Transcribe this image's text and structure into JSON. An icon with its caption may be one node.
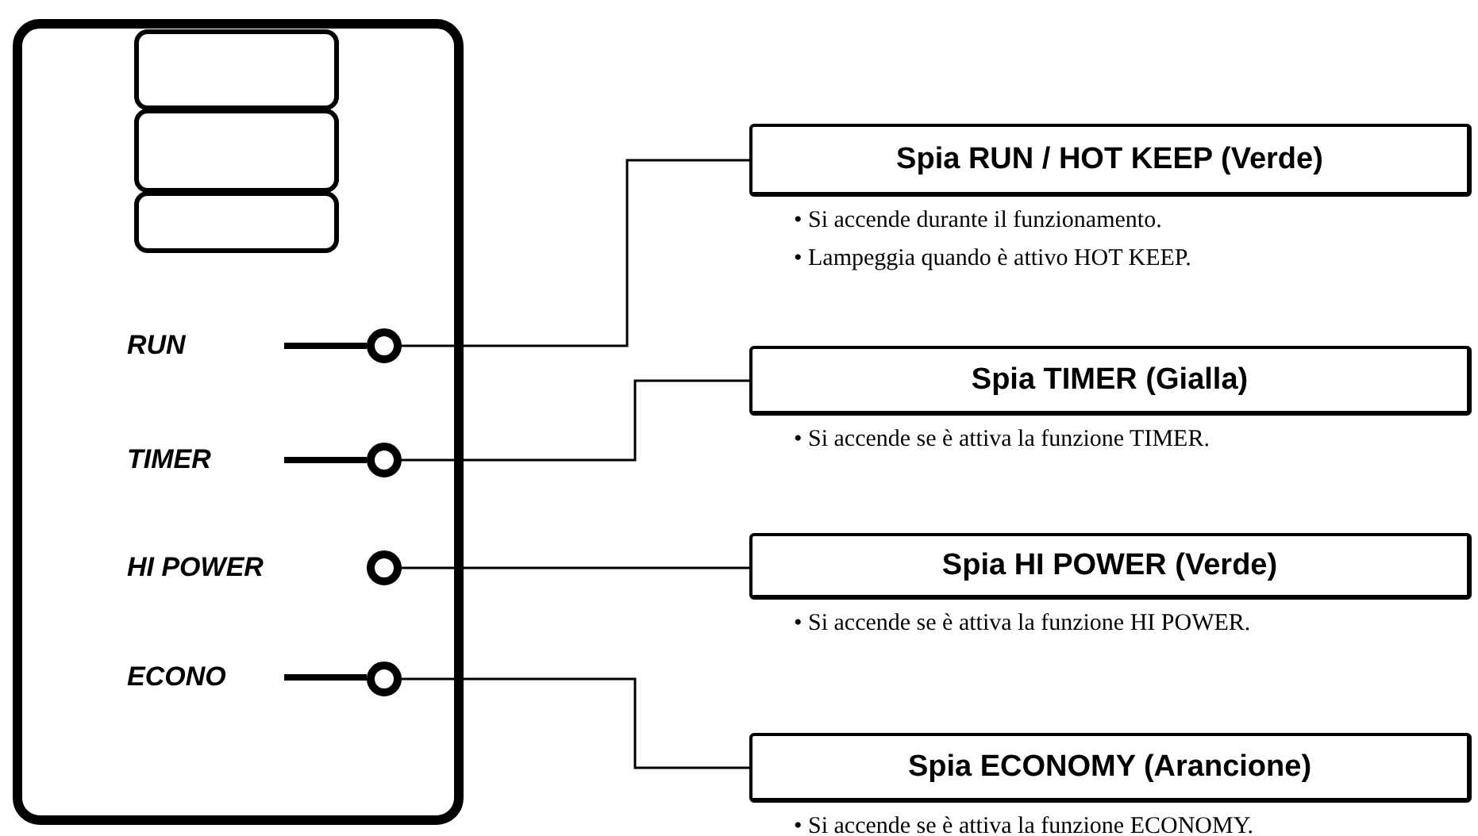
{
  "diagram": {
    "nodes": [
      {
        "text": [
          "RUN"
        ]
      },
      {
        "text": [],
        "shape": "circle"
      },
      {
        "text": [
          "TIMER"
        ]
      },
      {
        "text": [],
        "shape": "circle"
      },
      {
        "text": [
          "HI POWER"
        ]
      },
      {
        "text": [],
        "shape": "circle"
      },
      {
        "text": [
          "ECONO"
        ]
      },
      {
        "text": [],
        "shape": "circle"
      },
      {
        "text": [
          "Spia RUN / HOT KEEP (Verde)"
        ],
        "beside": [
          "• Si accende durante il funzionamento.",
          "• Lampeggia quando è attivo HOT KEEP."
        ]
      },
      {
        "text": [
          "Spia TIMER (Gialla)"
        ],
        "beside": [
          "• Si accende se è attiva la funzione TIMER."
        ]
      },
      {
        "text": [
          "Spia HI POWER (Verde)"
        ],
        "beside": [
          "• Si accende se è attiva la funzione HI POWER."
        ]
      },
      {
        "text": [
          "Spia ECONOMY (Arancione)"
        ],
        "beside": [
          "• Si accende se è attiva la funzione ECONOMY."
        ]
      }
    ],
    "edges": [
      {
        "from": 0,
        "to": 1,
        "arrow": "none",
        "style": "thick"
      },
      {
        "from": 2,
        "to": 3,
        "arrow": "none",
        "style": "thick"
      },
      {
        "from": 6,
        "to": 7,
        "arrow": "none",
        "style": "thick"
      },
      {
        "from": 1,
        "to": 8,
        "arrow": "none"
      },
      {
        "from": 3,
        "to": 9,
        "arrow": "none"
      },
      {
        "from": 5,
        "to": 10,
        "arrow": "none"
      },
      {
        "from": 7,
        "to": 11,
        "arrow": "none"
      }
    ]
  }
}
